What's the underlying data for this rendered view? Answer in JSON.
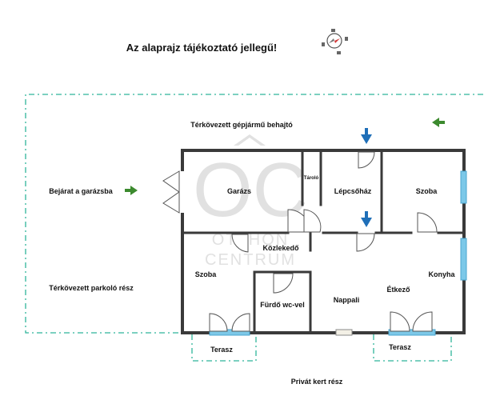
{
  "notice": "Az alaprajz tájékoztató jellegű!",
  "watermark": {
    "logo": "OC",
    "line1": "OTTHON",
    "line2": "CENTRUM"
  },
  "labels": {
    "driveway": "Térkövezett gépjármű behajtó",
    "garage_entrance": "Bejárat a garázsba",
    "parking": "Térkövezett parkoló rész",
    "private_garden": "Privát kert rész"
  },
  "rooms": {
    "garage": "Garázs",
    "storage": "Tároló",
    "staircase": "Lépcsőház",
    "room_right": "Szoba",
    "corridor": "Közlekedő",
    "room_left": "Szoba",
    "bathroom": "Fürdő wc-vel",
    "living": "Nappali",
    "dining": "Étkező",
    "kitchen": "Konyha",
    "terrace_left": "Terasz",
    "terrace_right": "Terasz"
  },
  "colors": {
    "wall": "#3a3a3a",
    "boundary": "#2fb59a",
    "entry_arrow": "#1f6fb8",
    "green_arrow": "#3c8a2e",
    "window": "#7cc8e8",
    "compass_red": "#d23a3a"
  }
}
